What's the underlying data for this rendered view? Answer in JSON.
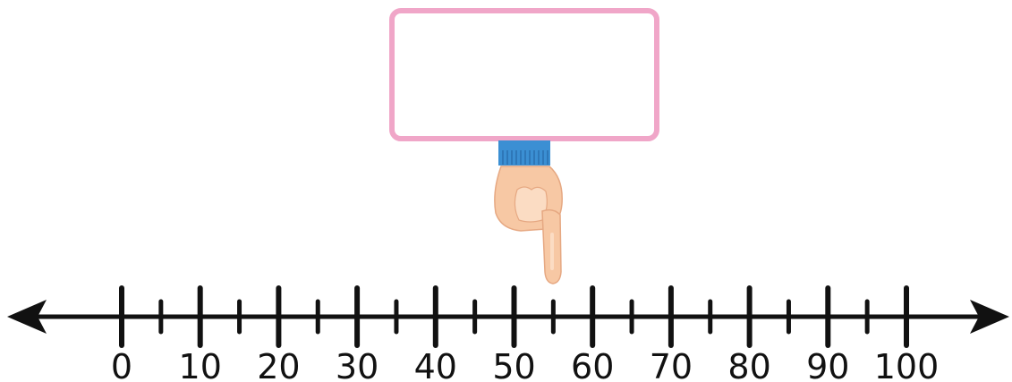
{
  "number_line": {
    "min": 0,
    "max": 100,
    "major_step": 10,
    "minor_step": 5,
    "labels": [
      "0",
      "10",
      "20",
      "30",
      "40",
      "50",
      "60",
      "70",
      "80",
      "90",
      "100"
    ],
    "pointed_value": 55,
    "line_color": "#111111"
  },
  "answer_box": {
    "value": "",
    "border_color": "#f0a6c8",
    "fill_color": "#ffffff"
  },
  "pointer": {
    "icon": "pointing-hand-icon",
    "cuff_color": "#3b8fd3",
    "skin_color": "#f7c8a4"
  }
}
